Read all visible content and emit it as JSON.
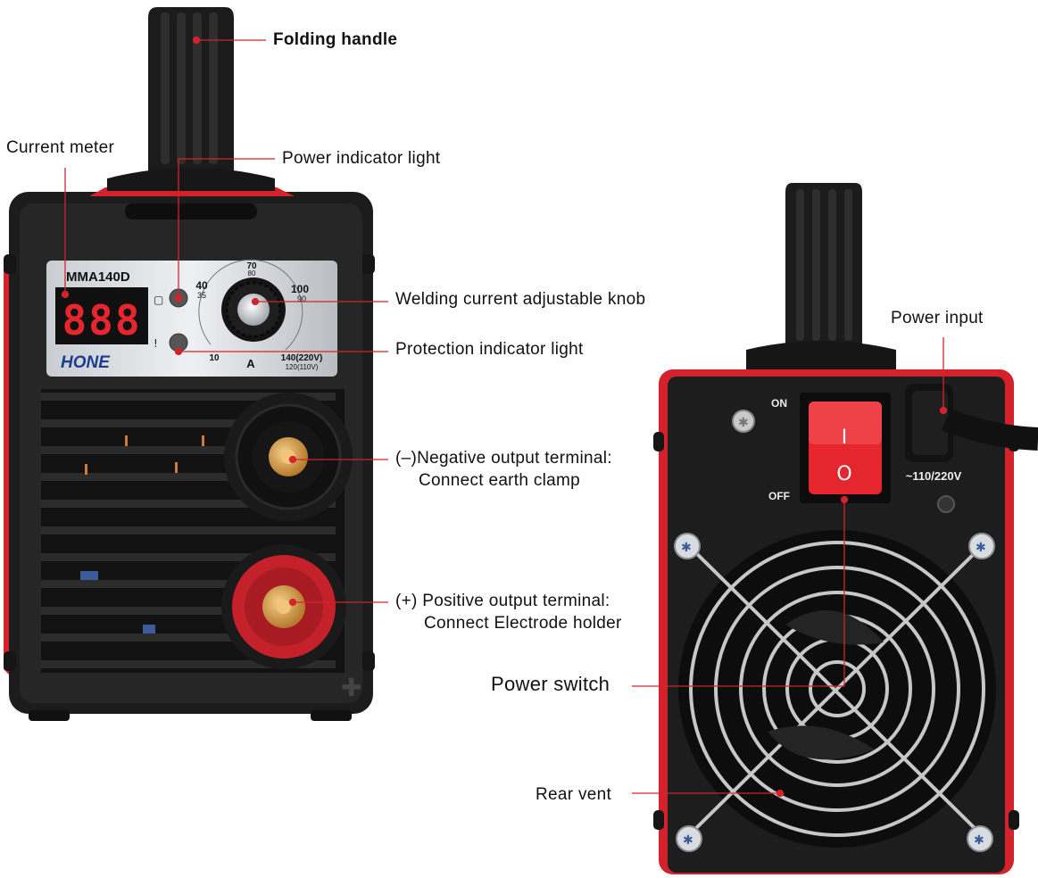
{
  "labels": {
    "folding_handle": "Folding handle",
    "current_meter": "Current meter",
    "power_indicator": "Power indicator light",
    "knob": "Welding current adjustable knob",
    "protection": "Protection indicator light",
    "negative_1": "(–)Negative output terminal:",
    "negative_2": "Connect earth clamp",
    "positive_1": "(+) Positive output terminal:",
    "positive_2": "Connect Electrode holder",
    "power_input": "Power input",
    "power_switch": "Power switch",
    "rear_vent": "Rear vent"
  },
  "front_panel": {
    "model": "MMA140D",
    "display": "888",
    "brand": "HONE",
    "scale": [
      "70",
      "80",
      "40",
      "35",
      "100",
      "90",
      "10"
    ],
    "unit": "A",
    "rating_1": "140(220V)",
    "rating_2": "120(110V)"
  },
  "rear_panel": {
    "on": "ON",
    "off": "OFF",
    "voltage": "~110/220V",
    "switch_on": "I",
    "switch_off": "O"
  },
  "colors": {
    "accent": "#e5262f",
    "body": "#1b1b1b",
    "leader": "#d4242b"
  }
}
